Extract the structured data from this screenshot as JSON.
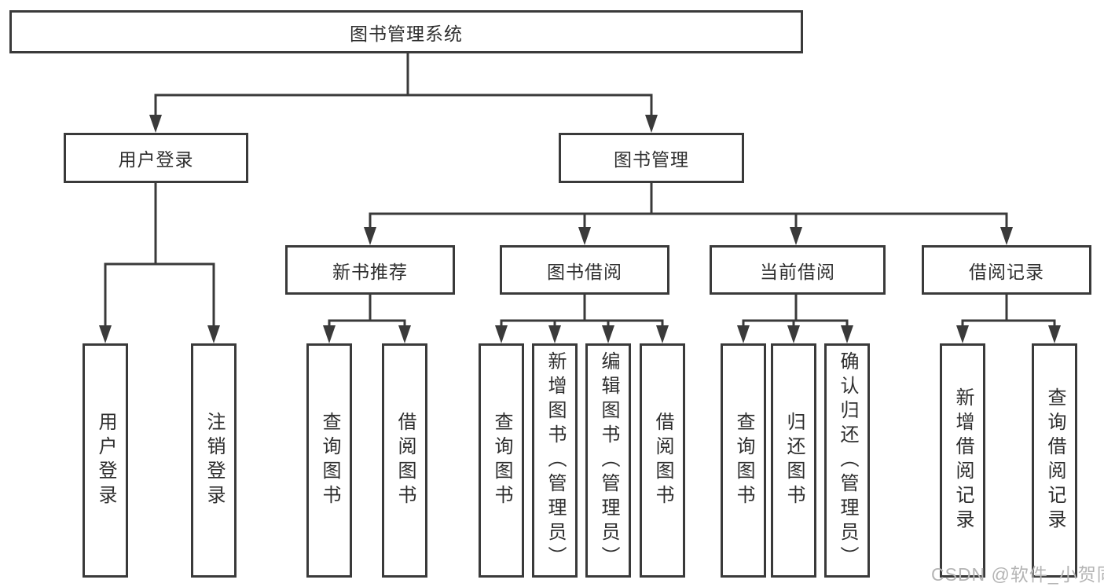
{
  "diagram": {
    "tree": {
      "root": "图书管理系统",
      "branches": [
        {
          "label": "用户登录",
          "leaves": [
            "用户登录",
            "注销登录"
          ]
        },
        {
          "label": "图书管理",
          "groups": [
            {
              "label": "新书推荐",
              "leaves": [
                "查询图书",
                "借阅图书"
              ]
            },
            {
              "label": "图书借阅",
              "leaves": [
                "查询图书",
                "新增图书（管理员）",
                "编辑图书（管理员）",
                "借阅图书"
              ]
            },
            {
              "label": "当前借阅",
              "leaves": [
                "查询图书",
                "归还图书",
                "确认归还（管理员）"
              ]
            },
            {
              "label": "借阅记录",
              "leaves": [
                "新增借阅记录",
                "查询借阅记录"
              ]
            }
          ]
        }
      ]
    },
    "watermark": "CSDN @软件_小贺同学",
    "colors": {
      "line": "#3a3a3a",
      "text": "#2e2e2e",
      "box_background": "#ffffff",
      "watermark": "#b4b4b4"
    }
  }
}
